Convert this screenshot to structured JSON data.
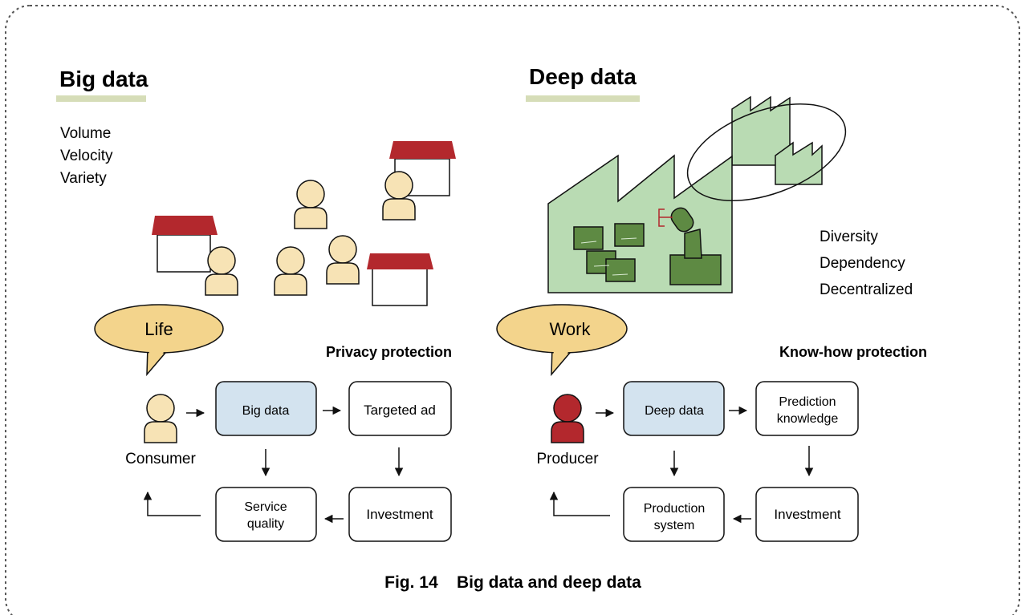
{
  "left": {
    "heading": "Big data",
    "attributes": [
      "Volume",
      "Velocity",
      "Variety"
    ],
    "bubble": "Life",
    "protection": "Privacy protection",
    "actor": "Consumer",
    "boxes": {
      "data": "Big data",
      "output": "Targeted ad",
      "investment": "Investment",
      "result": [
        "Service",
        "quality"
      ]
    }
  },
  "right": {
    "heading": "Deep data",
    "attributes": [
      "Diversity",
      "Dependency",
      "Decentralized"
    ],
    "bubble": "Work",
    "protection": "Know-how protection",
    "actor": "Producer",
    "boxes": {
      "data": "Deep data",
      "output": [
        "Prediction",
        "knowledge"
      ],
      "investment": "Investment",
      "result": [
        "Production",
        "system"
      ]
    }
  },
  "caption": "Fig. 14    Big data and deep data",
  "colors": {
    "heading_underline": "#d6ddb8",
    "person_fill": "#f7e3b5",
    "producer_fill": "#b3282d",
    "roof": "#b3282d",
    "factory_fill": "#b9dbb3",
    "machine_fill": "#5e8a43",
    "data_box_fill": "#d3e3ef",
    "bubble_fill": "#f3d48c",
    "border": "#555555"
  }
}
